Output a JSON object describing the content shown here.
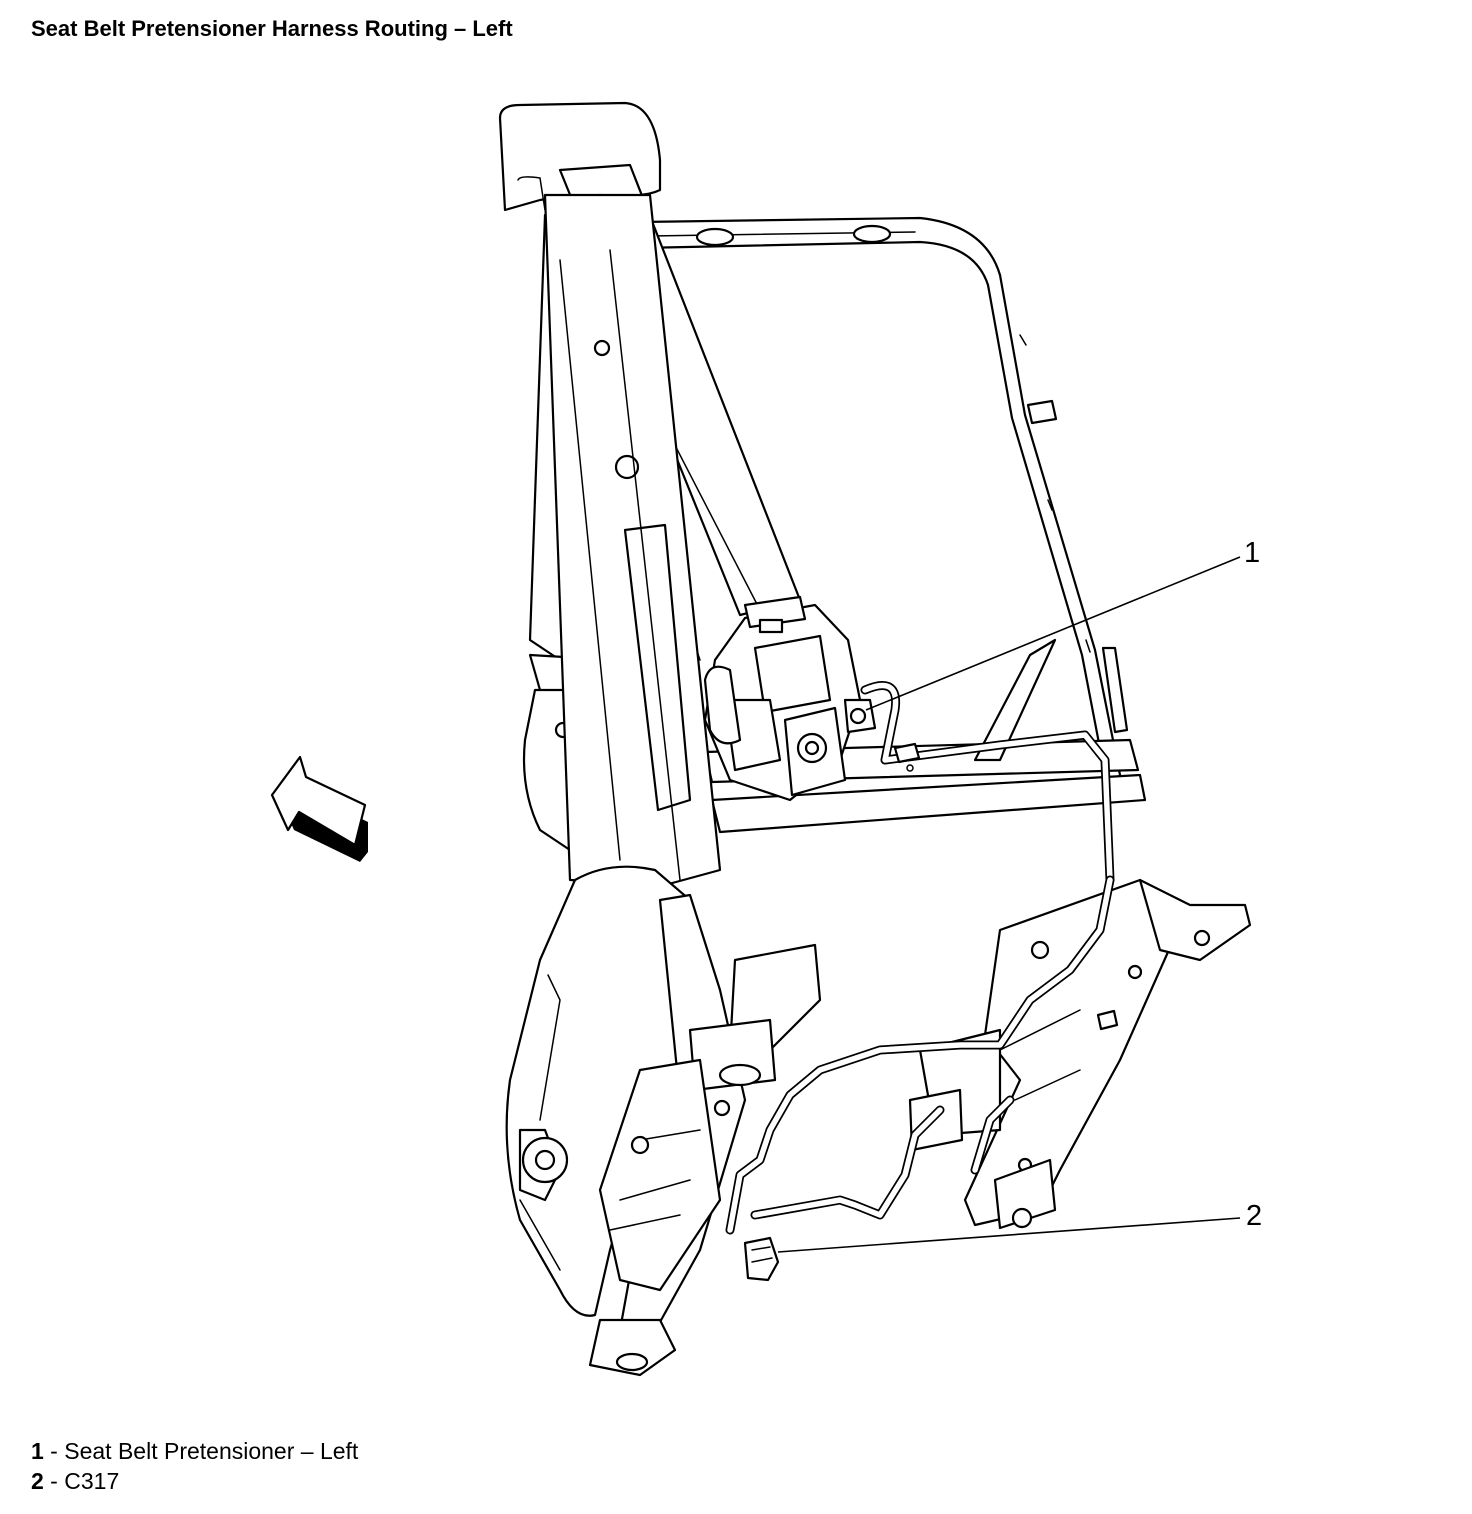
{
  "title": "Seat Belt Pretensioner Harness Routing – Left",
  "callouts": [
    {
      "number": "1",
      "label": "Seat Belt Pretensioner – Left"
    },
    {
      "number": "2",
      "label": "C317"
    }
  ],
  "icons": {
    "direction_arrow": "front-direction-arrow-icon"
  }
}
